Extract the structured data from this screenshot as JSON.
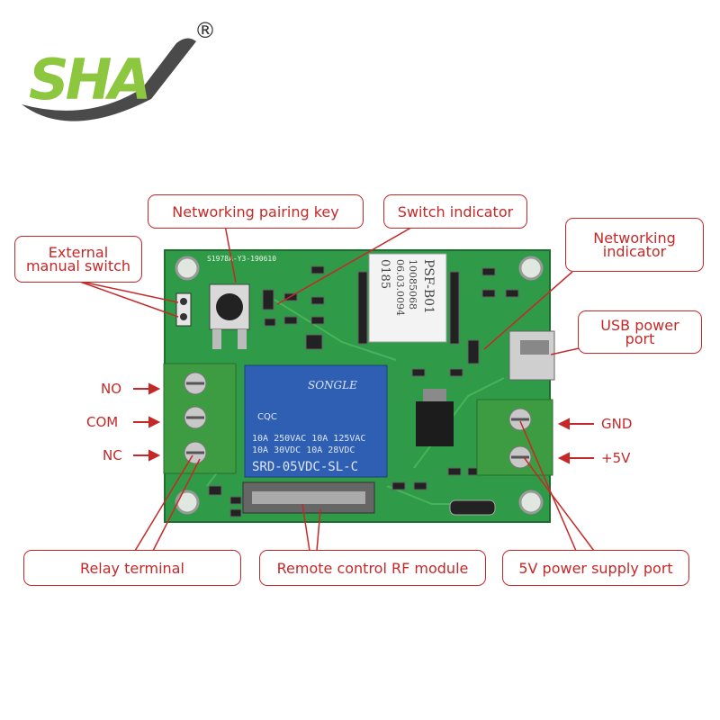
{
  "brand": {
    "logo_text": "SHA",
    "registered_mark": "®",
    "logo_colors": {
      "green": "#8dc63f",
      "gray": "#4a4a4a"
    }
  },
  "callouts": {
    "pairing_key": "Networking pairing key",
    "switch_indicator": "Switch indicator",
    "external_switch_line1": "External",
    "external_switch_line2": "manual switch",
    "networking_indicator_line1": "Networking",
    "networking_indicator_line2": "indicator",
    "usb_port_line1": "USB power",
    "usb_port_line2": "port",
    "relay_terminal": "Relay terminal",
    "rf_module": "Remote control RF module",
    "power_supply_port": "5V power supply port"
  },
  "pins": {
    "no": "NO",
    "com": "COM",
    "nc": "NC",
    "gnd": "GND",
    "plus5v": "+5V"
  },
  "board": {
    "silkscreen": "S1978A-Y3-190610",
    "wifi_module": [
      "PSF-B01",
      "10085068",
      "06.03.0094",
      "0185"
    ],
    "relay": {
      "brand": "SONGLE",
      "rating_line1": "10A 250VAC  10A 125VAC",
      "rating_line2": "10A  30VDC  10A  28VDC",
      "model": "SRD-05VDC-SL-C",
      "cert": "CQC"
    }
  },
  "colors": {
    "accent": "#c62828",
    "pcb": "#2f9a47",
    "terminal": "#3d9b41",
    "relay": "#2f5fb3"
  }
}
